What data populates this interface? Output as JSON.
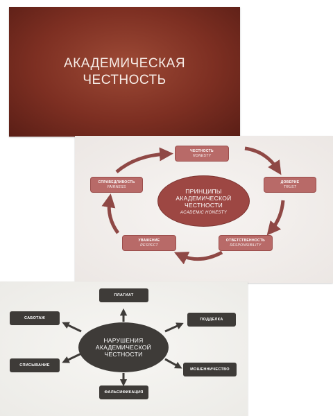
{
  "slides": {
    "title_slide": {
      "title": "АКАДЕМИЧЕСКАЯ\nЧЕСТНОСТЬ",
      "colors": {
        "background": "#7d2f22",
        "text": "#f7ede8"
      }
    },
    "principles_slide": {
      "center": {
        "title": "ПРИНЦИПЫ\nАКАДЕМИЧЕСКОЙ\nЧЕСТНОСТИ",
        "subtitle": "ACADEMIC HONESTY"
      },
      "principles": [
        {
          "ru": "ЧЕСТНОСТЬ",
          "en": "HONESTY"
        },
        {
          "ru": "ДОВЕРИЕ",
          "en": "TRUST"
        },
        {
          "ru": "ОТВЕТСТВЕННОСТЬ",
          "en": "RESPONSIBILITY"
        },
        {
          "ru": "УВАЖЕНИЕ",
          "en": "RESPECT"
        },
        {
          "ru": "СПРАВЕДЛИВОСТЬ",
          "en": "FAIRNESS"
        }
      ],
      "colors": {
        "box": "#b86a68",
        "center": "#9d4743",
        "arrow": "#8f4845"
      }
    },
    "violations_slide": {
      "center": {
        "title": "НАРУШЕНИЯ\nАКАДЕМИЧЕСКОЙ\nЧЕСТНОСТИ"
      },
      "violations": [
        {
          "label": "ПЛАГИАТ"
        },
        {
          "label": "ПОДДЕЛКА"
        },
        {
          "label": "МОШЕННИЧЕСТВО"
        },
        {
          "label": "ФАЛЬСИФИКАЦИЯ"
        },
        {
          "label": "СПИСЫВАНИЕ"
        },
        {
          "label": "САБОТАЖ"
        }
      ],
      "colors": {
        "box": "#3e3b38",
        "arrow": "#3e3b38"
      }
    }
  }
}
